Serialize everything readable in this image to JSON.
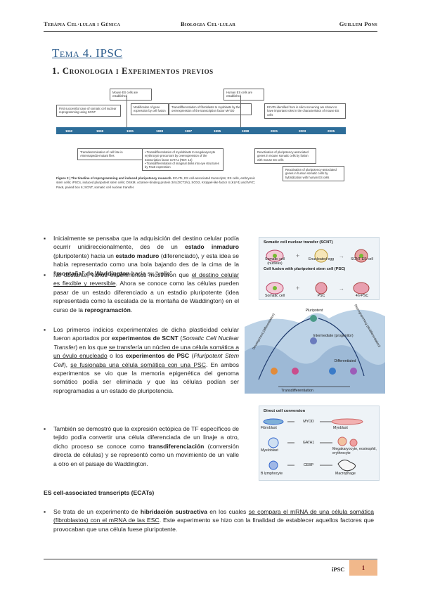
{
  "header": {
    "left": "Teràpia Cel·lular i Gènica",
    "center": "Biologia Cel·lular",
    "right": "Guillem Pons"
  },
  "title": "Tema 4. IPSC",
  "subtitle": "1. Cronologia i Experimentos previos",
  "figure": {
    "years": [
      "1962",
      "1969",
      "1981",
      "1983",
      "1987",
      "1995",
      "1998",
      "2001",
      "2003",
      "2005"
    ],
    "top_boxes": [
      "Mouse ES cells are established",
      "Human ES cells are established",
      "First successful case of somatic cell nuclear reprogramming using SCNT",
      "Modification of gene expression by cell fusion",
      "Transdifferentiation of fibroblasts to myoblasts by the overexpression of the transcription factor MYOD",
      "ECATs identified from in silico screening are shown to have important roles in the characteristics of mouse ES cells"
    ],
    "bottom_boxes": [
      "Transdetermination of cell fate in Antennapedia-mutant flies",
      "• Transdifferentiation of myeloblasts to megakaryocyte erythrocyte precursors by overexpression of the transcription factor GATA1 (REF. 14)",
      "• Transdifferentiation of imaginal disks into eye structures by Pax6 expression",
      "Reactivation of pluripotency-associated genes in mouse somatic cells by fusion with mouse ES cells",
      "Reactivation of pluripotency-associated genes in human somatic cells by hybridization with human ES cells"
    ],
    "caption_bold": "Figure 2 | The timeline of reprogramming and induced pluripotency research.",
    "caption_rest": " ECATs, ES cell-associated transcripts; ES cells, embryonic stem cells; iPSCs, induced pluripotent stem cells; OSKM, octamer-binding protein 3/4 (OCT3/4), SOX2, Krüppel-like factor 4 (KLF4) and MYC; Pax6, paired box 6; SCNT, somatic cell nuclear transfer."
  },
  "bullets": {
    "b1": {
      "t1": "Inicialmente se pensaba que la adquisición del destino celular podía ocurrir unidireccionalmente, des de un ",
      "b1": "estado inmaduro",
      "t2": " (pluripotente) hacia un ",
      "b2": "estado maduro",
      "t3": " (diferenciado), y esta idea se había representado como una bola bajando des de la cima de la ",
      "b3": "“montaña” de Waddington",
      "t4": " hacia su “valle”."
    },
    "b2": {
      "t1": "No obstante, varios experimentos mostraron que ",
      "u1": "el destino celular es flexible y reversible",
      "t2": ". Ahora se conoce como las células pueden pasar de un estado diferenciado a un estadio pluripotente (idea representada como la escalada de la montaña de Waddington) en el curso de la ",
      "b1": "reprogramación",
      "t3": "."
    },
    "b3": {
      "t1": "Los primeros indicios experimentales de dicha plasticidad celular fueron aportados por ",
      "b1": "experimentos de SCNT",
      "t2": " (",
      "i1": "Somatic Cell Nuclear Transfer",
      "t3": ") en los que ",
      "u1": "se transfería un núcleo de una célula somática a un óvulo enucleado",
      "t4": " o los ",
      "b2": "experimentos de PSC",
      "t5": " (",
      "i2": "Pluripotent Stem Cell",
      "t6": "), ",
      "u2": "se fusionaba una célula somática con una PSC",
      "t7": ". En ambos experimentos se vio que la memoria epigenética del genoma somático podía ser eliminada y que las células podían ser reprogramadas a un estado de pluripotencia."
    },
    "b4": {
      "t1": "También se demostró que la expresión ectópica de TF específicos de tejido podía convertir una célula diferenciada de un linaje a otro, dicho proceso se conoce como ",
      "b1": "transdiferenciación",
      "t2": " (conversión directa de células) y se representó como un movimiento de un valle a otro en el paisaje de Waddington."
    },
    "b5": {
      "t1": "Se trata de un experimento de ",
      "b1": "hibridación sustractiva",
      "t2": " en los cuales ",
      "u1": "se compara el mRNA de una célula somática (fibroblastos) con el mRNA de las ESC",
      "t3": ". Este experimento se hizo con la finalidad de establecer aquellos factores que provocaban que una célula fuese pluripotente."
    }
  },
  "section": "ES cell-associated transcripts (ECATs)",
  "panels": {
    "scnt_title": "Somatic cell nuclear transfer (SCNT)",
    "scnt_labels": [
      "Somatic cell (nucleus)",
      "Enucleated egg",
      "SCNT-ES cell"
    ],
    "psc_title": "Cell fusion with pluripotent stem cell (PSC)",
    "psc_labels": [
      "Somatic cell",
      "PSC",
      "4n-PSC"
    ],
    "landscape_labels": {
      "pluri": "Pluripotent",
      "inter": "Intermediate (progenitor)",
      "diff": "Differentiated",
      "trans": "Transdifferentiation",
      "down": "Development (differentiation)",
      "up": "Reprogramming (dedifferentiation)"
    },
    "direct_title": "Direct cell conversion",
    "direct_rows": [
      {
        "from": "Fibroblast",
        "tf": "MYOD",
        "to": "Myoblast"
      },
      {
        "from": "Myeloblast",
        "tf": "GATA1",
        "to": "Megakaryocyte, eosinophil, erythrocyte"
      },
      {
        "from": "B lymphocyte",
        "tf": "CEBP",
        "to": "Macrophage"
      }
    ]
  },
  "footer": {
    "label": "iPSC",
    "page": "1"
  }
}
